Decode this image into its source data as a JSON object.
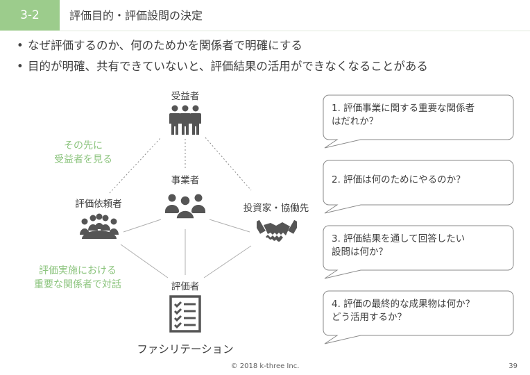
{
  "header": {
    "slide_number": "3-2",
    "title": "評価目的・評価設問の決定"
  },
  "bullets": [
    "なぜ評価するのか、何のためかを関係者で明確にする",
    "目的が明確、共有できていないと、評価結果の活用ができなくなることがある"
  ],
  "diagram": {
    "nodes": {
      "beneficiary": "受益者",
      "operator": "事業者",
      "requester": "評価依頼者",
      "investor": "投資家・協働先",
      "evaluator": "評価者"
    },
    "notes": {
      "see_beyond": [
        "その先に",
        "受益者を見る"
      ],
      "dialogue": [
        "評価実施における",
        "重要な関係者で対話"
      ]
    },
    "facilitation": "ファシリテーション",
    "icons": {
      "beneficiary": "people-standing-icon",
      "operator": "users-group-icon",
      "requester": "meeting-table-icon",
      "investor": "handshake-icon",
      "evaluator": "checklist-icon"
    },
    "colors": {
      "accent_green": "#9ccc8c",
      "note_green": "#8cc47e",
      "icon": "#555555"
    }
  },
  "questions": [
    [
      "1. 評価事業に関する重要な関係者",
      "はだれか？"
    ],
    [
      "2. 評価は何のためにやるのか？"
    ],
    [
      "3. 評価結果を通して回答したい",
      "設問は何か？"
    ],
    [
      "4. 評価の最終的な成果物は何か？",
      "どう活用するか？"
    ]
  ],
  "footer": {
    "copyright": "© 2018 k-three Inc.",
    "page": "39"
  }
}
